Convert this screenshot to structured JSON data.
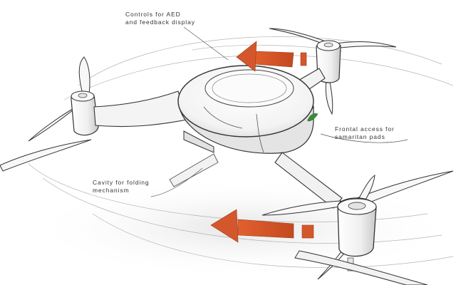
{
  "annotations": {
    "aed_controls": {
      "line1": "Controls for AED",
      "line2": "and feedback display"
    },
    "frontal_access": {
      "line1": "Frontal access for",
      "line2": "samaritan pads"
    },
    "folding_cavity": {
      "line1": "Cavity for folding",
      "line2": "mechanism"
    }
  },
  "colors": {
    "arrow": "#d4572c",
    "arrow_dark": "#b8431e",
    "accent_leaf": "#3d8c3a",
    "ink": "#333333",
    "shade": "#cfcfcf"
  }
}
